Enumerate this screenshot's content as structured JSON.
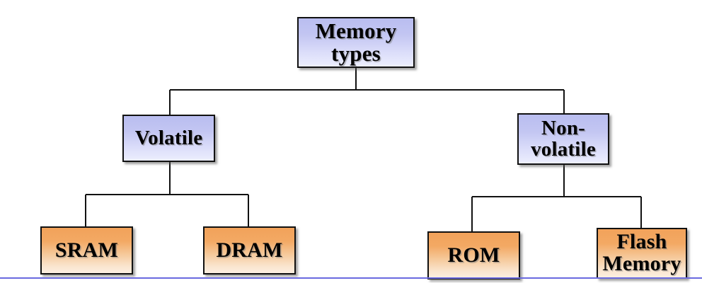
{
  "diagram": {
    "type": "tree",
    "title": "Memory types",
    "accent_color": "#6a6ae0",
    "box_border_color": "#111111",
    "level_colors": {
      "root": "#c3c6f2",
      "category": "#c3c6f2",
      "leaf": "#f2a25a"
    },
    "nodes": {
      "root": {
        "label": "Memory types"
      },
      "volatile": {
        "label": "Volatile"
      },
      "nonvolatile": {
        "label": "Non-volatile"
      },
      "sram": {
        "label": "SRAM"
      },
      "dram": {
        "label": "DRAM"
      },
      "rom": {
        "label": "ROM"
      },
      "flash": {
        "label": "Flash Memory"
      }
    },
    "edges": [
      {
        "from": "Memory types",
        "to": "Volatile"
      },
      {
        "from": "Memory types",
        "to": "Non-volatile"
      },
      {
        "from": "Volatile",
        "to": "SRAM"
      },
      {
        "from": "Volatile",
        "to": "DRAM"
      },
      {
        "from": "Non-volatile",
        "to": "ROM"
      },
      {
        "from": "Non-volatile",
        "to": "Flash Memory"
      }
    ]
  }
}
